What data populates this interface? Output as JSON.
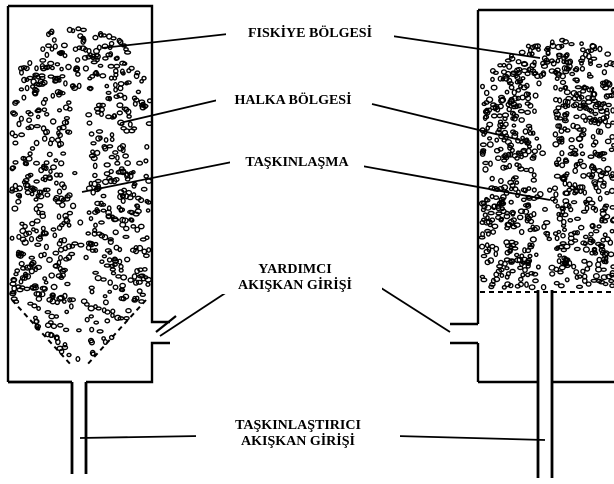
{
  "labels": {
    "fiskiye": "FISKİYE BÖLGESİ",
    "halka": "HALKA BÖLGESİ",
    "taskinlasma": "TAŞKINLAŞMA",
    "yardimci_line1": "YARDIMCI",
    "yardimci_line2": "AKIŞKAN GİRİŞİ",
    "taskinlastirici_line1": "TAŞKINLAŞTIRICI",
    "taskinlastirici_line2": "AKIŞKAN GİRİŞİ"
  },
  "colors": {
    "ink": "#000000",
    "paper": "#ffffff"
  }
}
